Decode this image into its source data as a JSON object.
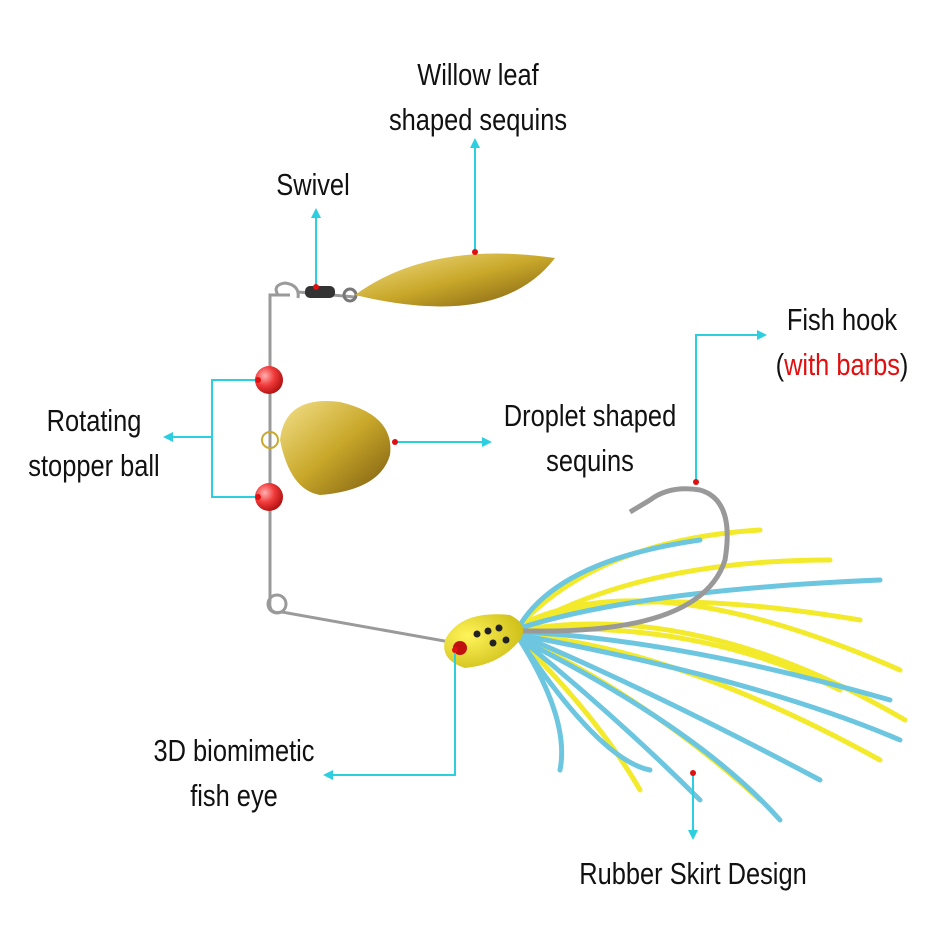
{
  "labels": {
    "willow_line1": "Willow leaf",
    "willow_line2": "shaped sequins",
    "swivel": "Swivel",
    "fish_hook_line1": "Fish hook",
    "fish_hook_open": "(",
    "fish_hook_barbs": "with barbs",
    "fish_hook_close": ")",
    "stopper_line1": "Rotating",
    "stopper_line2": "stopper ball",
    "droplet_line1": "Droplet shaped",
    "droplet_line2": "sequins",
    "eye_line1": "3D biomimetic",
    "eye_line2": "fish eye",
    "skirt": "Rubber Skirt Design"
  },
  "colors": {
    "callout": "#2ccfe0",
    "dot": "#e01010",
    "gold": "#c9a82a",
    "skirt_yellow": "#f2ea2a",
    "skirt_blue": "#6cc6e0"
  }
}
